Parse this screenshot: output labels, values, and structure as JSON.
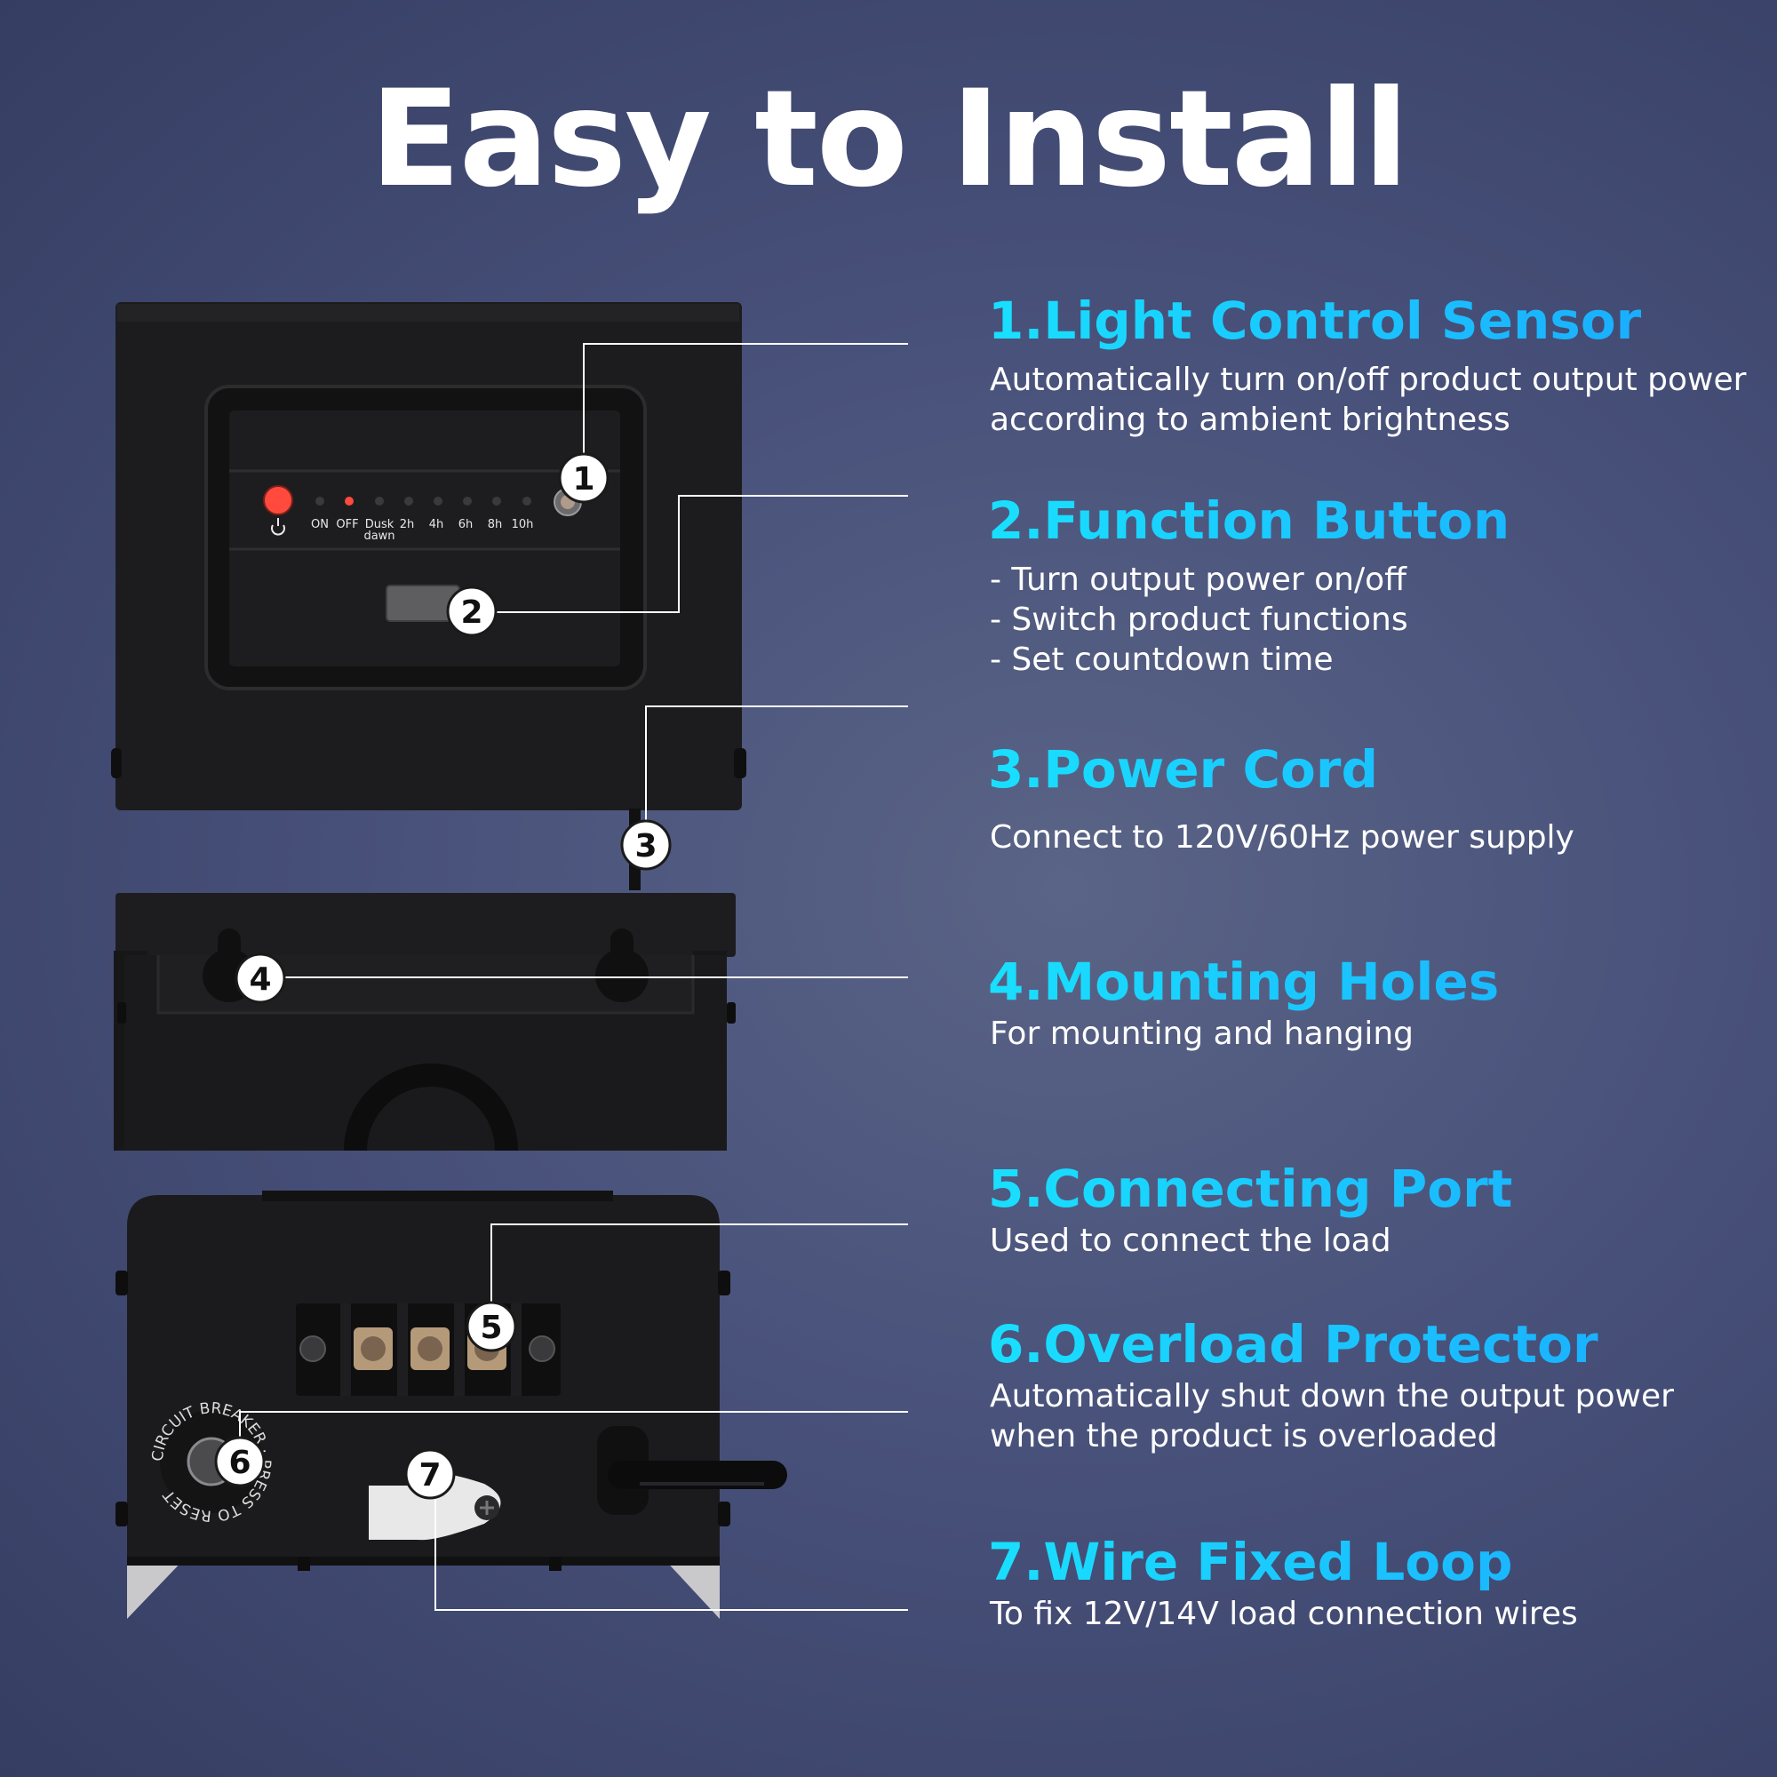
{
  "title": "Easy to Install",
  "panel_labels": {
    "on": "ON",
    "off": "OFF",
    "dusk": "Dusk",
    "dawn": "dawn",
    "t2": "2h",
    "t4": "4h",
    "t6": "6h",
    "t8": "8h",
    "t10": "10h"
  },
  "breaker_ring_text": "CIRCUIT BREAKER · PRESS TO RESET",
  "features": [
    {
      "number": "1",
      "heading": "1.Light Control Sensor",
      "text": "Automatically turn on/off product output power\naccording to ambient brightness"
    },
    {
      "number": "2",
      "heading": "2.Function Button",
      "text": "- Turn output power on/off\n- Switch product functions\n- Set countdown time"
    },
    {
      "number": "3",
      "heading": "3.Power Cord",
      "text": "Connect to 120V/60Hz power supply"
    },
    {
      "number": "4",
      "heading": "4.Mounting Holes",
      "text": "For mounting and hanging"
    },
    {
      "number": "5",
      "heading": "5.Connecting Port",
      "text": "Used to connect the load"
    },
    {
      "number": "6",
      "heading": "6.Overload Protector",
      "text": "Automatically shut down the output power\nwhen the product is overloaded"
    },
    {
      "number": "7",
      "heading": "7.Wire Fixed Loop",
      "text": "To fix 12V/14V load connection wires"
    }
  ],
  "colors": {
    "accent_start": "#19e0ff",
    "accent_end": "#1aa6ff",
    "device_body": "#1c1c1e",
    "power_led": "#ff4a3d"
  }
}
